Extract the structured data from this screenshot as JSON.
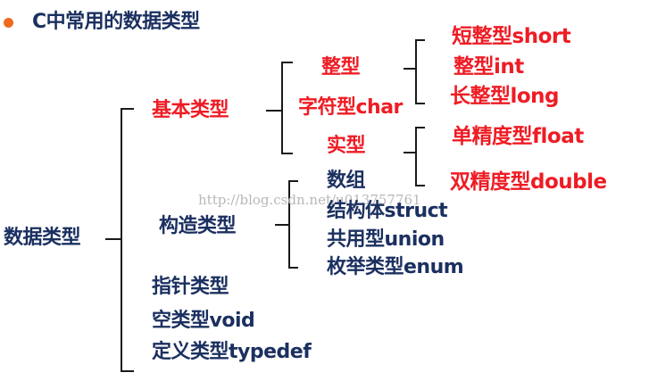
{
  "header": {
    "title": "C中常用的数据类型"
  },
  "root": {
    "label": "数据类型"
  },
  "basic": {
    "label": "基本类型",
    "integer": {
      "label": "整型",
      "items": [
        "短整型short",
        "整型int",
        "长整型long"
      ]
    },
    "char": {
      "label": "字符型char"
    },
    "real": {
      "label": "实型",
      "items": [
        "单精度型float",
        "双精度型double"
      ]
    }
  },
  "construct": {
    "label": "构造类型",
    "items": [
      "数组",
      "结构体struct",
      "共用型union",
      "枚举类型enum"
    ]
  },
  "others": [
    "指针类型",
    "空类型void",
    "定义类型typedef"
  ],
  "watermark": {
    "text": "http://blog.csdn.net/u013757761"
  },
  "colors": {
    "red": "#ee1c24",
    "navy": "#1b3060",
    "bullet": "#f06a1e",
    "watermark": "#b8b8b8"
  }
}
